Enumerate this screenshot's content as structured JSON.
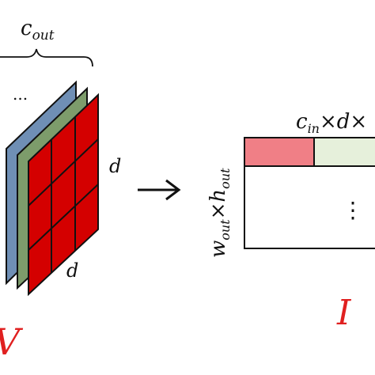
{
  "labels": {
    "c_out": "c",
    "c_out_sub": "out",
    "ellipsis_stack": "...",
    "d_side": "d",
    "d_bottom": "d",
    "arrow": "→",
    "row_label_w": "w",
    "row_label_w_sub": "out",
    "row_label_times": "×",
    "row_label_h": "h",
    "row_label_h_sub": "out",
    "col_label_c": "c",
    "col_label_c_sub": "in",
    "col_label_rest": "×d×",
    "vertical_dots": "⋮",
    "matrix_name": "I",
    "left_symbol": "V"
  },
  "colors": {
    "front_filter": "#d40000",
    "middle_filter": "#7d9c6b",
    "back_filter": "#6f8fb5",
    "matrix_first_cell": "#f07f86",
    "matrix_second_cell": "#e6f0db",
    "accent_red": "#e02020"
  }
}
